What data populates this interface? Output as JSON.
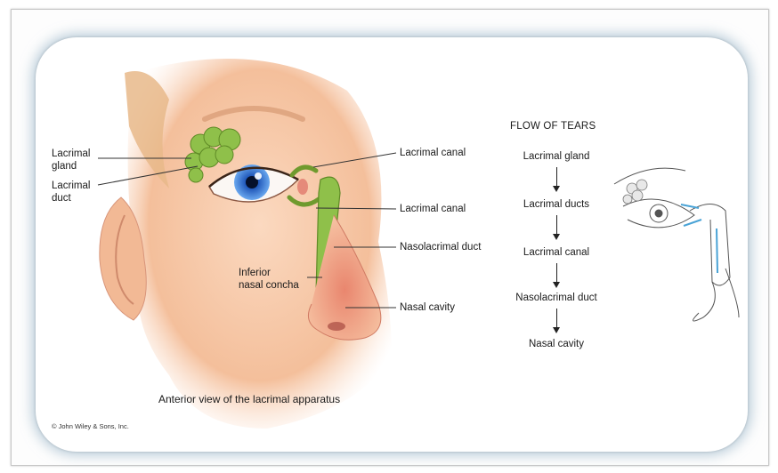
{
  "labels": {
    "lacrimal_gland": "Lacrimal\ngland",
    "lacrimal_duct": "Lacrimal\nduct",
    "lacrimal_canal_top": "Lacrimal canal",
    "lacrimal_canal_bottom": "Lacrimal canal",
    "nasolacrimal_duct": "Nasolacrimal duct",
    "inferior_nasal_concha": "Inferior\nnasal concha",
    "nasal_cavity": "Nasal cavity"
  },
  "flow": {
    "title": "FLOW OF TEARS",
    "steps": [
      "Lacrimal gland",
      "Lacrimal ducts",
      "Lacrimal canal",
      "Nasolacrimal duct",
      "Nasal cavity"
    ]
  },
  "caption": "Anterior view of the lacrimal apparatus",
  "copyright": "© John Wiley & Sons, Inc.",
  "colors": {
    "skin": "#f6c7a6",
    "gland_green": "#8fc04a",
    "duct_green": "#6f9a2e",
    "iris_blue": "#2e6fd0",
    "flow_blue": "#4aa3d6"
  }
}
